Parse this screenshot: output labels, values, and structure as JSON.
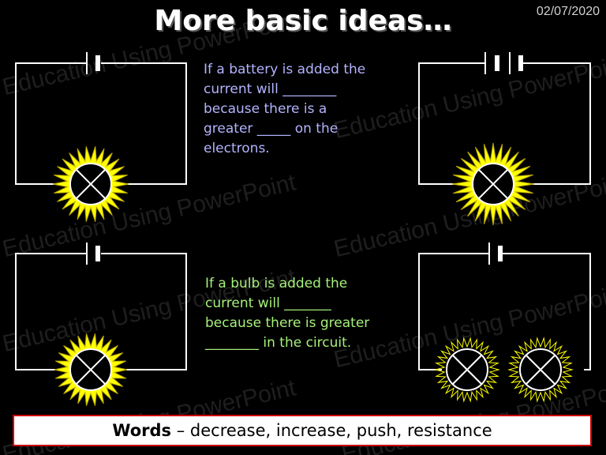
{
  "title": "More basic ideas…",
  "date": "02/07/2020",
  "watermark": "Education Using PowerPoint",
  "question_battery": {
    "lines": [
      "If a battery is added the",
      "current will ________",
      "because there is a",
      "greater _____ on the",
      "electrons."
    ]
  },
  "question_bulb": {
    "lines": [
      "If a bulb is added the",
      "current will _______",
      "because there is greater",
      "________ in the circuit."
    ]
  },
  "words": {
    "label": "Words",
    "list": " – decrease, increase, push, resistance"
  },
  "colors": {
    "background": "#000000",
    "wire": "#ffffff",
    "glow": "#ffff00",
    "question_battery_text": "#b3b3ff",
    "question_bulb_text": "#a6f07a",
    "words_border": "#cc0000"
  }
}
